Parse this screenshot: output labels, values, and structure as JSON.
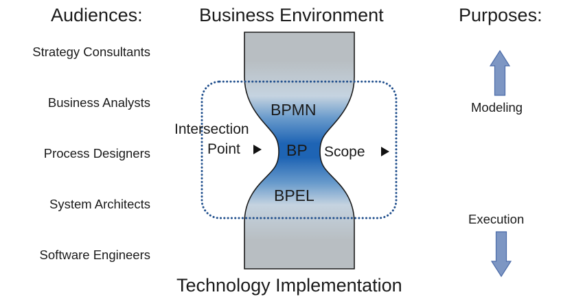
{
  "headers": {
    "audiences": "Audiences:",
    "environment": "Business Environment",
    "purposes": "Purposes:",
    "implementation": "Technology Implementation"
  },
  "audiences": [
    "Strategy Consultants",
    "Business Analysts",
    "Process Designers",
    "System Architects",
    "Software Engineers"
  ],
  "hourglass": {
    "top": "BPMN",
    "middle": "BP",
    "bottom": "BPEL"
  },
  "intersection": {
    "line1": "Intersection",
    "line2": "Point"
  },
  "scope": "Scope",
  "purposes": {
    "modeling": "Modeling",
    "execution": "Execution"
  },
  "colors": {
    "gray": "#b8bec2",
    "blue": "#1e64b4",
    "dotted_border": "#1f4e8c",
    "arrow_fill": "#7d96c3",
    "arrow_stroke": "#4a6aa8"
  },
  "icons": {
    "pointer": "right-triangle-icon",
    "up": "up-arrow-icon",
    "down": "down-arrow-icon"
  }
}
